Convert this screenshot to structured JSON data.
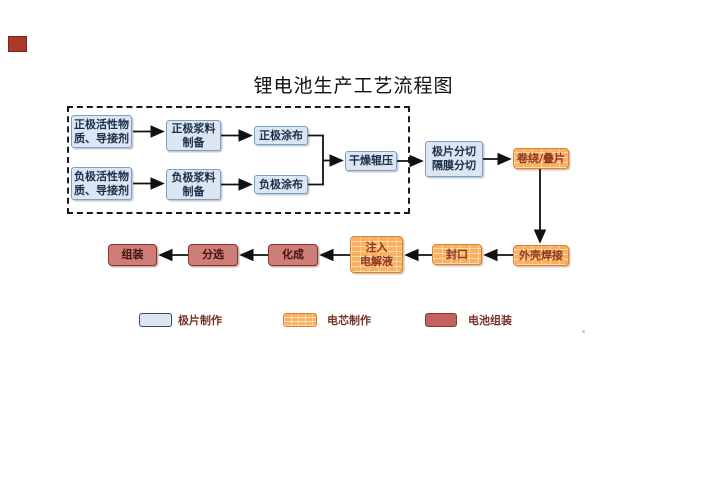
{
  "title": "锂电池生产工艺流程图",
  "nodes": [
    {
      "label": "正极活性物\n质、导接剂",
      "stage": "electrode"
    },
    {
      "label": "正极浆料\n制备",
      "stage": "electrode"
    },
    {
      "label": "正极涂布",
      "stage": "electrode"
    },
    {
      "label": "负极活性物\n质、导接剂",
      "stage": "electrode"
    },
    {
      "label": "负极浆料\n制备",
      "stage": "electrode"
    },
    {
      "label": "负极涂布",
      "stage": "electrode"
    },
    {
      "label": "干燥辊压",
      "stage": "electrode"
    },
    {
      "label": "极片分切\n隔膜分切",
      "stage": "electrode"
    },
    {
      "label": "卷绕/叠片",
      "stage": "cell"
    },
    {
      "label": "外壳焊接",
      "stage": "cell"
    },
    {
      "label": "封口",
      "stage": "cell"
    },
    {
      "label": "注入\n电解液",
      "stage": "cell"
    },
    {
      "label": "化成",
      "stage": "assembly"
    },
    {
      "label": "分选",
      "stage": "assembly"
    },
    {
      "label": "组装",
      "stage": "assembly"
    }
  ],
  "legend": {
    "items": [
      {
        "label": "极片制作",
        "stage": "electrode"
      },
      {
        "label": "电芯制作",
        "stage": "cell"
      },
      {
        "label": "电池组装",
        "stage": "assembly"
      }
    ]
  },
  "colors": {
    "electrode_fill": "#dce6f2",
    "electrode_border": "#7da0c4",
    "cell_fill": "#f9b160",
    "cell_border": "#dd8030",
    "assembly_fill": "#cd7e79",
    "assembly_border": "#8f2f26",
    "arrow": "#111111",
    "marker_red": "#ae372b"
  }
}
